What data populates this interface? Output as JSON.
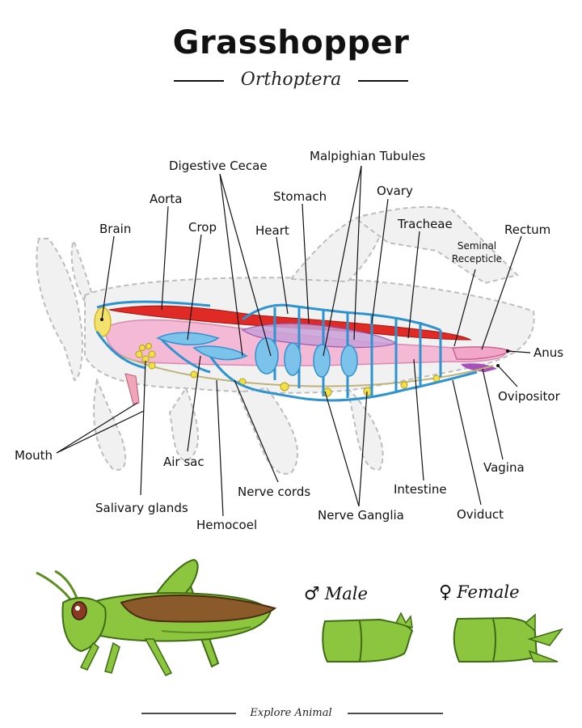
{
  "header": {
    "title": "Grasshopper",
    "subtitle": "Orthoptera"
  },
  "labels": {
    "digestive_cecae": "Digestive Cecae",
    "malpighian_tubules": "Malpighian Tubules",
    "aorta": "Aorta",
    "stomach": "Stomach",
    "ovary": "Ovary",
    "brain": "Brain",
    "crop": "Crop",
    "heart": "Heart",
    "tracheae": "Tracheae",
    "rectum": "Rectum",
    "seminal_line1": "Seminal",
    "seminal_line2": "Recepticle",
    "anus": "Anus",
    "ovipositor": "Ovipositor",
    "mouth": "Mouth",
    "air_sac": "Air sac",
    "vagina": "Vagina",
    "nerve_cords": "Nerve cords",
    "intestine": "Intestine",
    "salivary_glands": "Salivary glands",
    "oviduct": "Oviduct",
    "nerve_ganglia": "Nerve Ganglia",
    "hemocoel": "Hemocoel"
  },
  "sexes": {
    "male_symbol": "♂",
    "male": "Male",
    "female_symbol": "♀",
    "female": "Female"
  },
  "footer": "Explore Animal",
  "colors": {
    "tracheae": "#2f93d0",
    "tracheae_fill": "#7cc3ec",
    "heart_aorta": "#e02a26",
    "gut_pink": "#f4b9d5",
    "ovary_purple": "#a94fb8",
    "nerve_yellow": "#f1e04a",
    "insect_green": "#8cc63f",
    "insect_dark_green": "#5e8f22",
    "wing_brown": "#8b5a2b"
  }
}
